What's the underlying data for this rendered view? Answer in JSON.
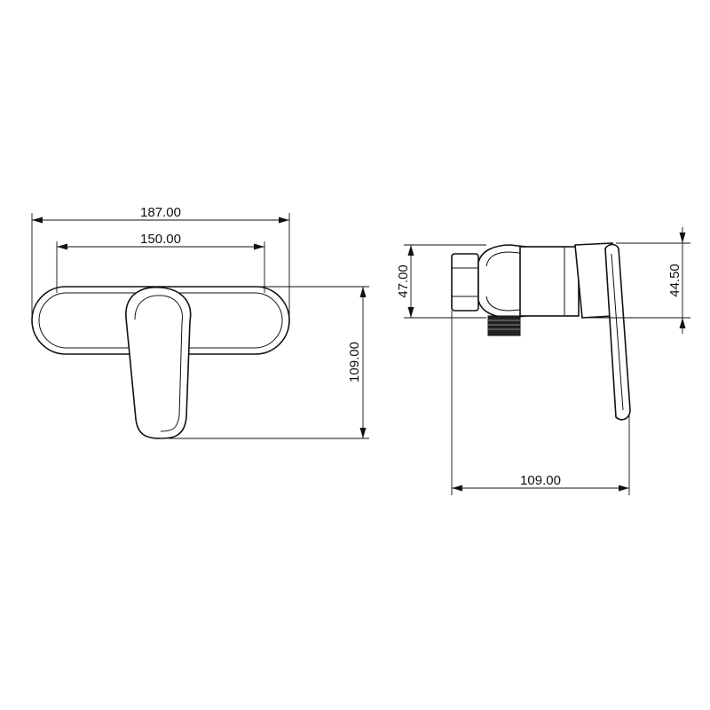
{
  "dimensions": {
    "front_width_overall": "187.00",
    "front_width_inner": "150.00",
    "front_height": "109.00",
    "side_body_height": "47.00",
    "side_lever_height": "44.50",
    "side_depth": "109.00"
  },
  "colors": {
    "line": "#111111",
    "background": "#ffffff"
  }
}
